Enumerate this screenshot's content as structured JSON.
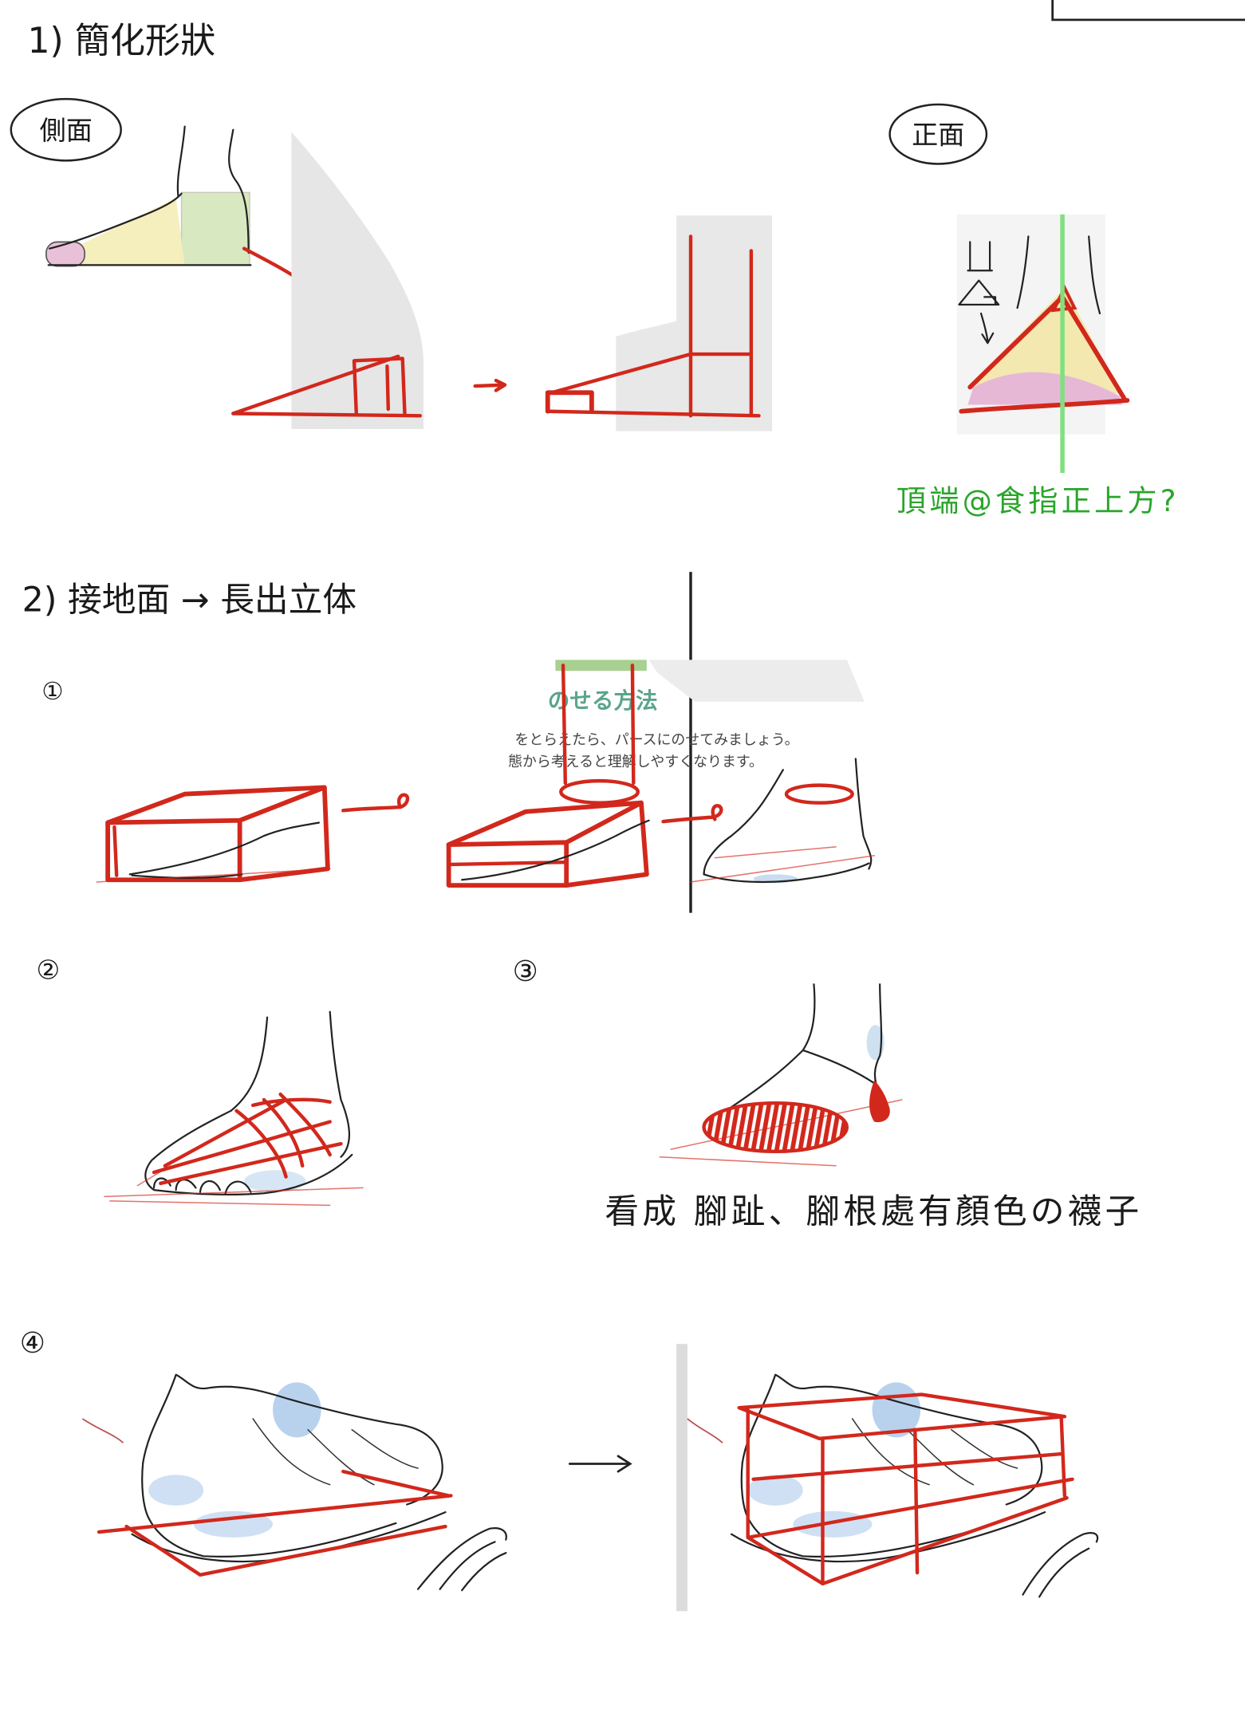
{
  "colors": {
    "ink": "#1a1a1a",
    "red_sketch": "#d2281c",
    "green_note": "#2aa52a",
    "green_guide_line": "#7fe07f"
  },
  "section1": {
    "title": "1) 簡化形狀",
    "side_label": "側面",
    "front_label": "正面",
    "front_note": "頂端@食指正上方?"
  },
  "section2": {
    "title": "2) 接地面 → 長出立体",
    "step1": {
      "marker": "①",
      "reference": {
        "heading": "のせる方法",
        "line1": "をとらえたら、パースにのせてみましょう。",
        "line2": "態から考えると理解しやすくなります。"
      }
    },
    "step2": {
      "marker": "②"
    },
    "step3": {
      "marker": "③",
      "note": "看成 腳趾、腳根處有顏色の襪子"
    },
    "step4": {
      "marker": "④"
    }
  }
}
